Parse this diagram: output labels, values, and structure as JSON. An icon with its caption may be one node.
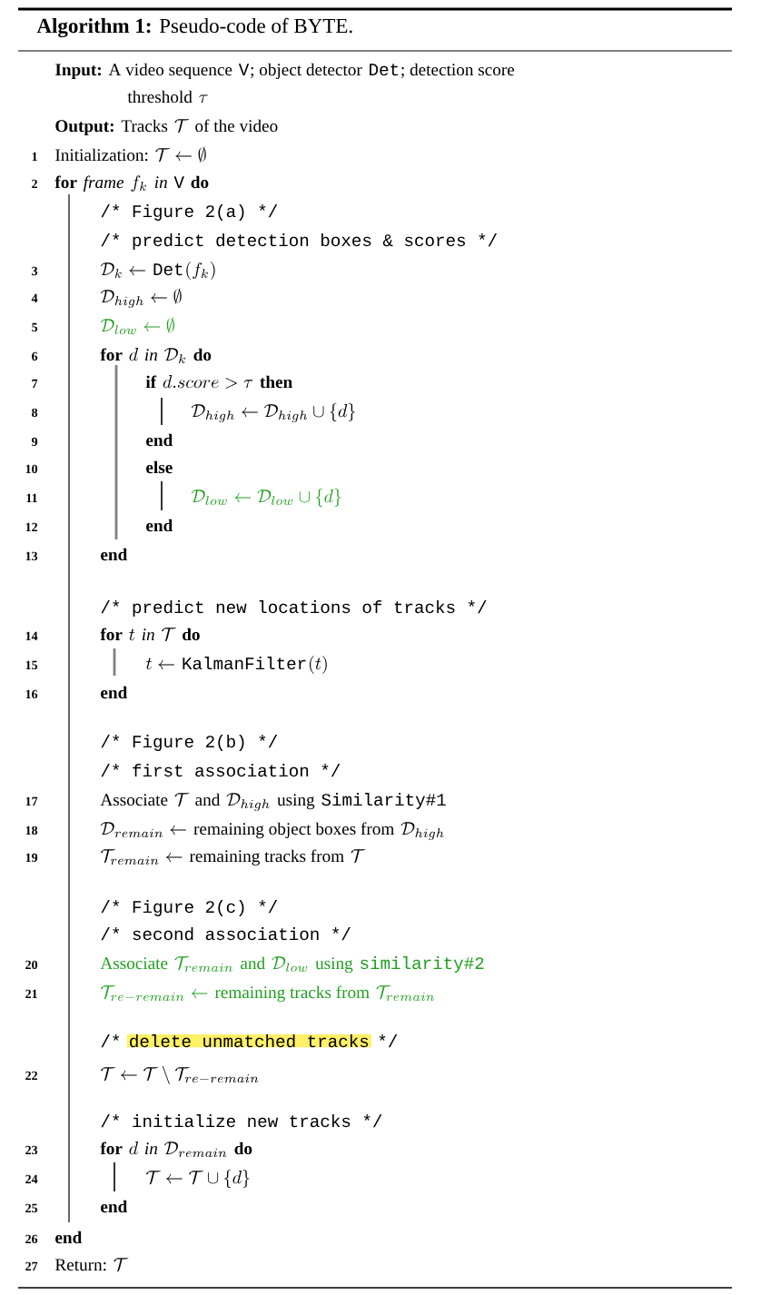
{
  "diagram": {
    "title": "**Algorithm 1:** Pseudo-code of BYTE.",
    "labels": [
      "Input:",
      "A video sequence",
      "V",
      "; object detector",
      "Det",
      "; detection score",
      "threshold",
      "\\tau",
      "Output:",
      "Tracks",
      "\\mathcal{T}",
      "of the video",
      "1",
      "Initialization:",
      "\\mathcal{T} \\leftarrow \\emptyset",
      "2",
      "for",
      "frame",
      "f_k",
      "in",
      "V",
      "do",
      "/* Figure 2(a) */",
      "/* predict detection boxes & scores */",
      "3",
      "\\mathcal{D}_k \\leftarrow",
      "Det",
      "(f_k)",
      "4",
      "\\mathcal{D}_{high} \\leftarrow \\emptyset",
      "5",
      "\\mathcal{D}_{low} \\leftarrow \\emptyset",
      "6",
      "for",
      "d",
      "in",
      "\\mathcal{D}_k",
      "do",
      "7",
      "if",
      "d.score > \\tau",
      "then",
      "8",
      "\\mathcal{D}_{high} \\leftarrow \\mathcal{D}_{high} \\cup \\{d\\}",
      "9",
      "end",
      "10",
      "else",
      "11",
      "\\mathcal{D}_{low} \\leftarrow \\mathcal{D}_{low} \\cup \\{d\\}",
      "12",
      "end",
      "13",
      "end",
      "/* predict new locations of tracks */",
      "14",
      "for",
      "t",
      "in",
      "\\mathcal{T}",
      "do",
      "15",
      "t \\leftarrow",
      "KalmanFilter",
      "(t)",
      "16",
      "end",
      "/* Figure 2(b) */",
      "/* first association */",
      "17",
      "Associate",
      "\\mathcal{T}",
      "and",
      "\\mathcal{D}_{high}",
      "using",
      "Similarity#1",
      "18",
      "\\mathcal{D}_{remain} \\leftarrow",
      "remaining object boxes from",
      "\\mathcal{D}_{high}",
      "19",
      "\\mathcal{T}_{remain} \\leftarrow",
      "remaining tracks from",
      "\\mathcal{T}",
      "/* Figure 2(c) */",
      "/* second association */",
      "20",
      "Associate",
      "\\mathcal{T}_{remain}",
      "and",
      "\\mathcal{D}_{low}",
      "using",
      "similarity#2",
      "21",
      "\\mathcal{T}_{re-remain} \\leftarrow",
      "remaining tracks from",
      "\\mathcal{T}_{remain}",
      "/*",
      "delete unmatched tracks",
      "*/",
      "22",
      "\\mathcal{T} \\leftarrow \\mathcal{T} \\setminus \\mathcal{T}_{re-remain}",
      "/* initialize new tracks */",
      "23",
      "for",
      "d",
      "in",
      "\\mathcal{D}_{remain}",
      "do",
      "24",
      "\\mathcal{T} \\leftarrow \\mathcal{T} \\cup \\{d\\}",
      "25",
      "end",
      "26",
      "end",
      "27",
      "Return:",
      "\\mathcal{T}"
    ]
  }
}
